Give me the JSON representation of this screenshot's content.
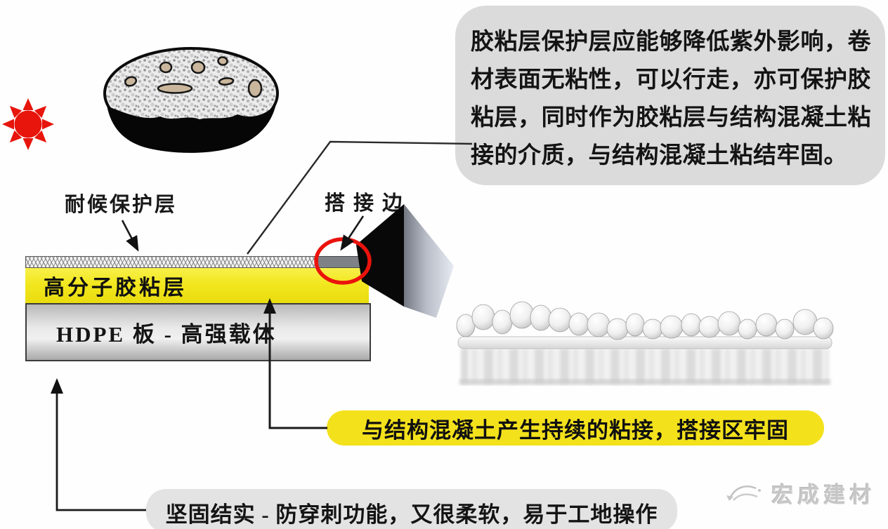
{
  "info_box": {
    "text": "胶粘层保护层应能够降低紫外影响，卷材表面无粘性，可以行走，亦可保护胶粘层，同时作为胶粘层与结构混凝土粘接的介质，与结构混凝土粘结牢固。"
  },
  "labels": {
    "weather_protection_layer": "耐候保护层",
    "lap_edge": "搭接边"
  },
  "layers": {
    "adhesive_label": "高分子胶粘层",
    "hdpe_label": "HDPE 板 - 高强载体"
  },
  "callouts": {
    "bonding_note": "与结构混凝土产生持续的粘接，搭接区牢固",
    "sturdy_note": "坚固结实 - 防穿刺功能，又很柔软，易于工地操作"
  },
  "watermark": {
    "brand_name": "宏成建材"
  },
  "icons": {
    "sun": "sun-icon",
    "aggregate": "concrete-aggregate-illustration",
    "zoom_cone": "magnification-cone",
    "texture_photo": "adhesive-texture-photo",
    "lap_highlight": "red-highlight-ring",
    "brand_swoosh": "bird-swoosh-icon"
  },
  "colors": {
    "layer_yellow": "#f2e71f",
    "pill_yellow": "#f3e11c",
    "alert_red": "#e8150d",
    "panel_gray": "#dbdbdb",
    "lap_bar_gray": "#7e8287"
  }
}
